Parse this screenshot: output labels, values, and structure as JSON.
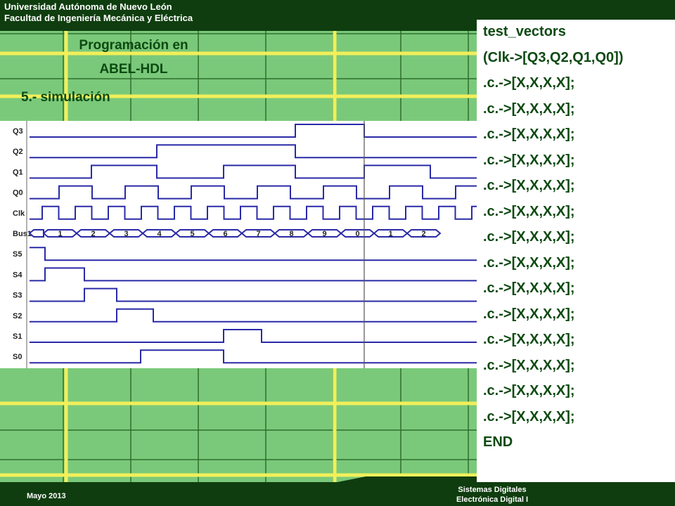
{
  "header": {
    "university": "Universidad Autónoma de Nuevo León",
    "faculty": "Facultad de Ingeniería Mecánica y Eléctrica"
  },
  "slide": {
    "title_line1": "Programación en",
    "title_line2": "ABEL-HDL",
    "subtitle": "5.- simulación"
  },
  "code": {
    "lines": [
      "test_vectors",
      "(Clk->[Q3,Q2,Q1,Q0])",
      ".c.->[X,X,X,X];",
      ".c.->[X,X,X,X];",
      ".c.->[X,X,X,X];",
      ".c.->[X,X,X,X];",
      ".c.->[X,X,X,X];",
      ".c.->[X,X,X,X];",
      ".c.->[X,X,X,X];",
      ".c.->[X,X,X,X];",
      ".c.->[X,X,X,X];",
      ".c.->[X,X,X,X];",
      ".c.->[X,X,X,X];",
      ".c.->[X,X,X,X];",
      ".c.->[X,X,X,X];",
      ".c.->[X,X,X,X];",
      "END"
    ]
  },
  "waveform": {
    "signals": [
      "Q3",
      "Q2",
      "Q1",
      "Q0",
      "Clk",
      "Bus1",
      "S5",
      "S4",
      "S3",
      "S2",
      "S1",
      "S0"
    ],
    "bus_values": [
      "1",
      "2",
      "3",
      "4",
      "5",
      "6",
      "7",
      "8",
      "9",
      "0",
      "1",
      "2"
    ],
    "signal_color": "#2a2aa8"
  },
  "footer": {
    "date": "Mayo 2013",
    "course_line1": "Sistemas Digitales",
    "course_line2": "Electrónica Digital I"
  },
  "colors": {
    "background_green": "#7ac97a",
    "grid_yellow": "#f2ef5a",
    "grid_lines": "#2e6f2e",
    "bar_dark": "#0f3d0f",
    "text_green": "#0d4a12"
  }
}
